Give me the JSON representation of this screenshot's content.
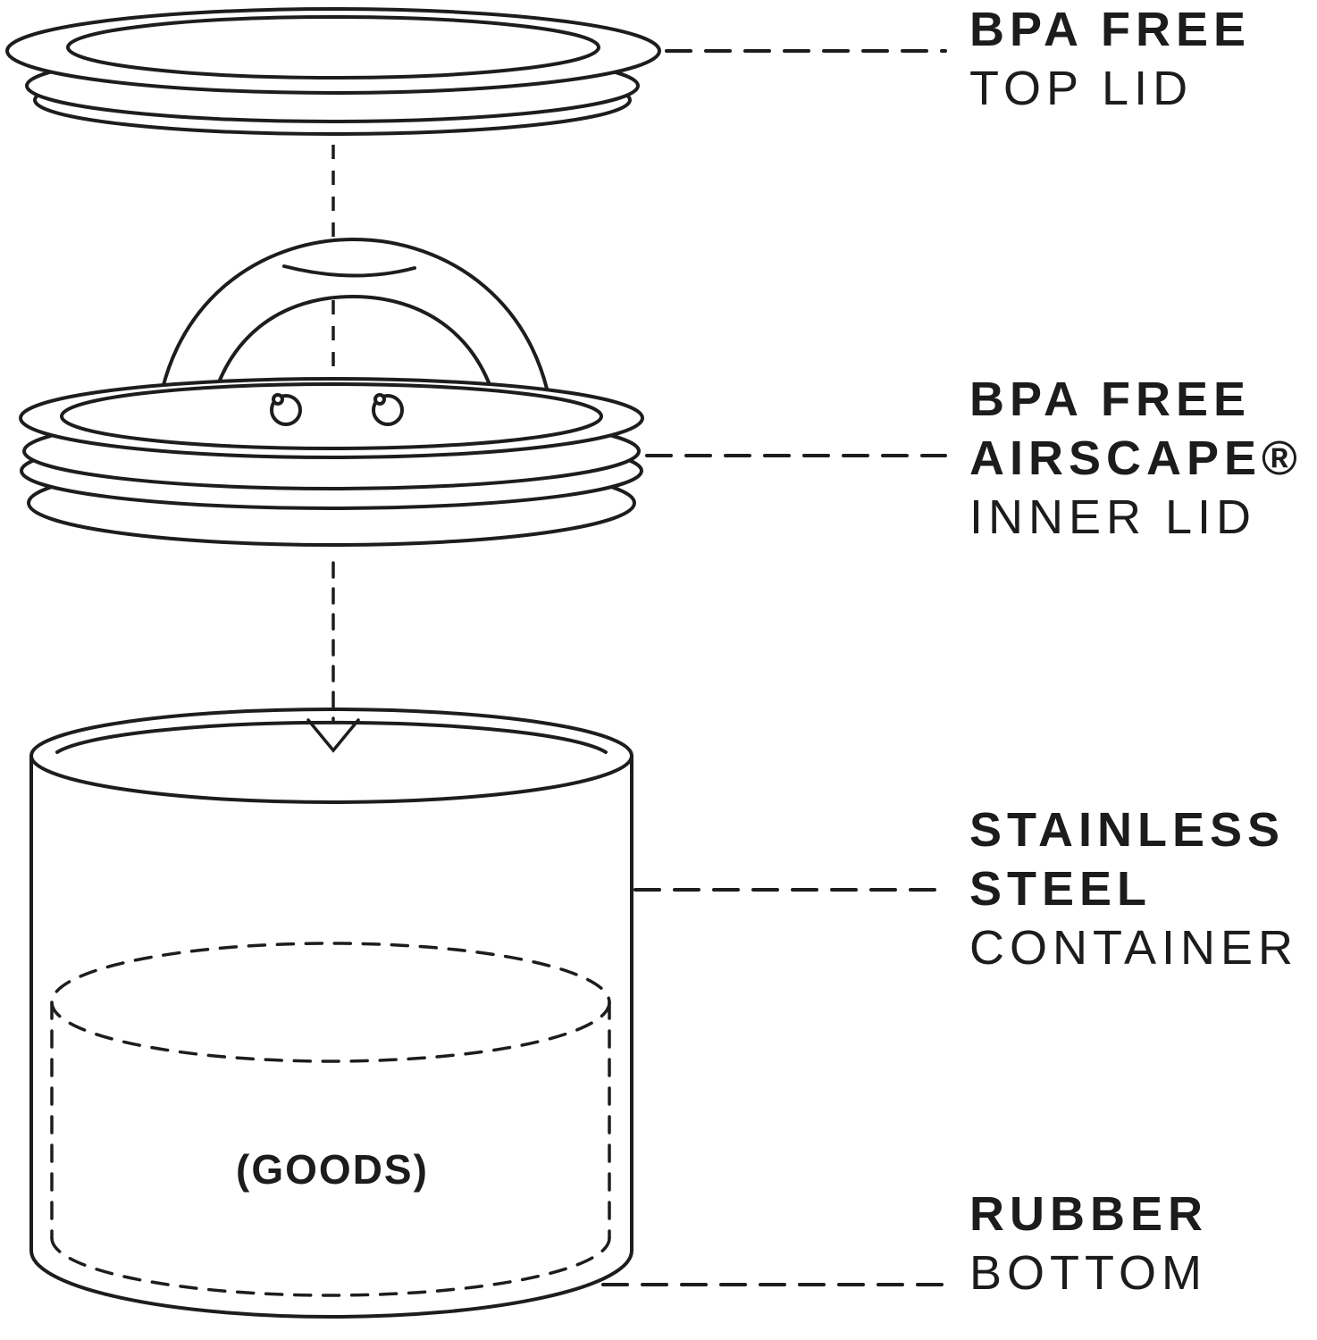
{
  "labels": {
    "top_lid": {
      "line1": "BPA FREE",
      "line2": "TOP LID"
    },
    "inner_lid": {
      "line1": "BPA FREE",
      "line2": "AIRSCAPE®",
      "line3": "INNER LID"
    },
    "container": {
      "line1": "STAINLESS",
      "line2": "STEEL",
      "line3": "CONTAINER"
    },
    "bottom": {
      "line1": "RUBBER",
      "line2": "BOTTOM"
    }
  },
  "annotations": {
    "goods": "(GOODS)"
  },
  "colors": {
    "ink": "#1d1d1d",
    "background": "#ffffff"
  }
}
